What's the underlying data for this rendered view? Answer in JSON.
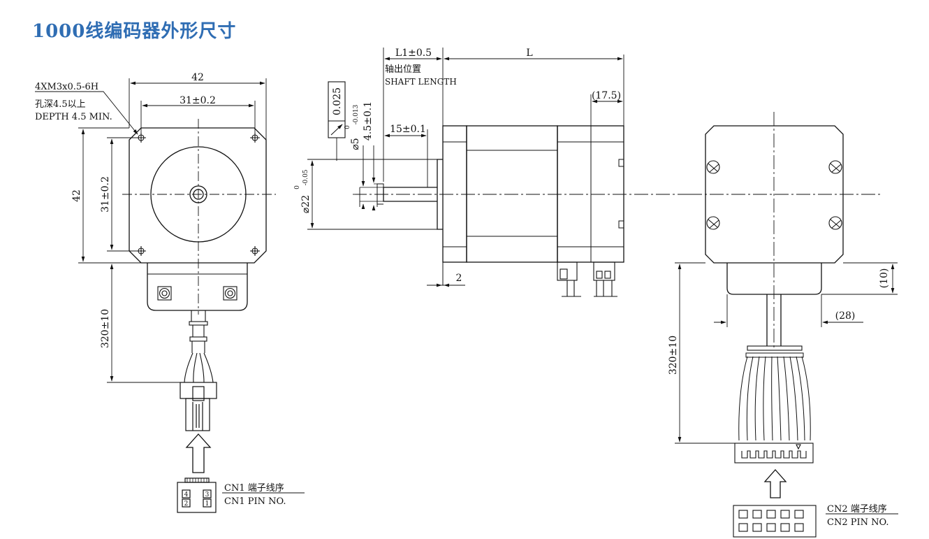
{
  "title": "1000线编码器外形尺寸",
  "colors": {
    "title": "#2f6db3",
    "line": "#1a1a1a"
  },
  "front_view": {
    "thread_note_1": "4XM3x0.5-6H",
    "thread_note_2": "孔深4.5以上",
    "thread_note_3": "DEPTH 4.5 MIN.",
    "width": "42",
    "hole_spacing_h": "31±0.2",
    "height": "42",
    "hole_spacing_v": "31±0.2",
    "cable_length": "320±10",
    "cn1_pin_4": "4",
    "cn1_pin_3": "3",
    "cn1_pin_2": "2",
    "cn1_pin_1": "1",
    "cn1_label_cn": "CN1 端子线序",
    "cn1_label_en": "CN1 PIN NO."
  },
  "side_view": {
    "l1": "L1±0.5",
    "shaft_cn": "轴出位置",
    "shaft_en": "SHAFT LENGTH",
    "l": "L",
    "encoder_len": "(17.5)",
    "runout": "0.025",
    "shaft_dia": "⌀5",
    "shaft_tol_top": "0",
    "shaft_tol_bottom": "-0.013",
    "flat": "4.5±0.1",
    "flat_len": "15±0.1",
    "pilot_dia": "⌀22",
    "pilot_tol_top": "0",
    "pilot_tol_bottom": "-0.05",
    "flange_thk": "2"
  },
  "rear_view": {
    "height_10": "(10)",
    "width_28": "(28)",
    "cable_length": "320±10",
    "cn2_label_cn": "CN2 端子线序",
    "cn2_label_en": "CN2 PIN NO."
  }
}
